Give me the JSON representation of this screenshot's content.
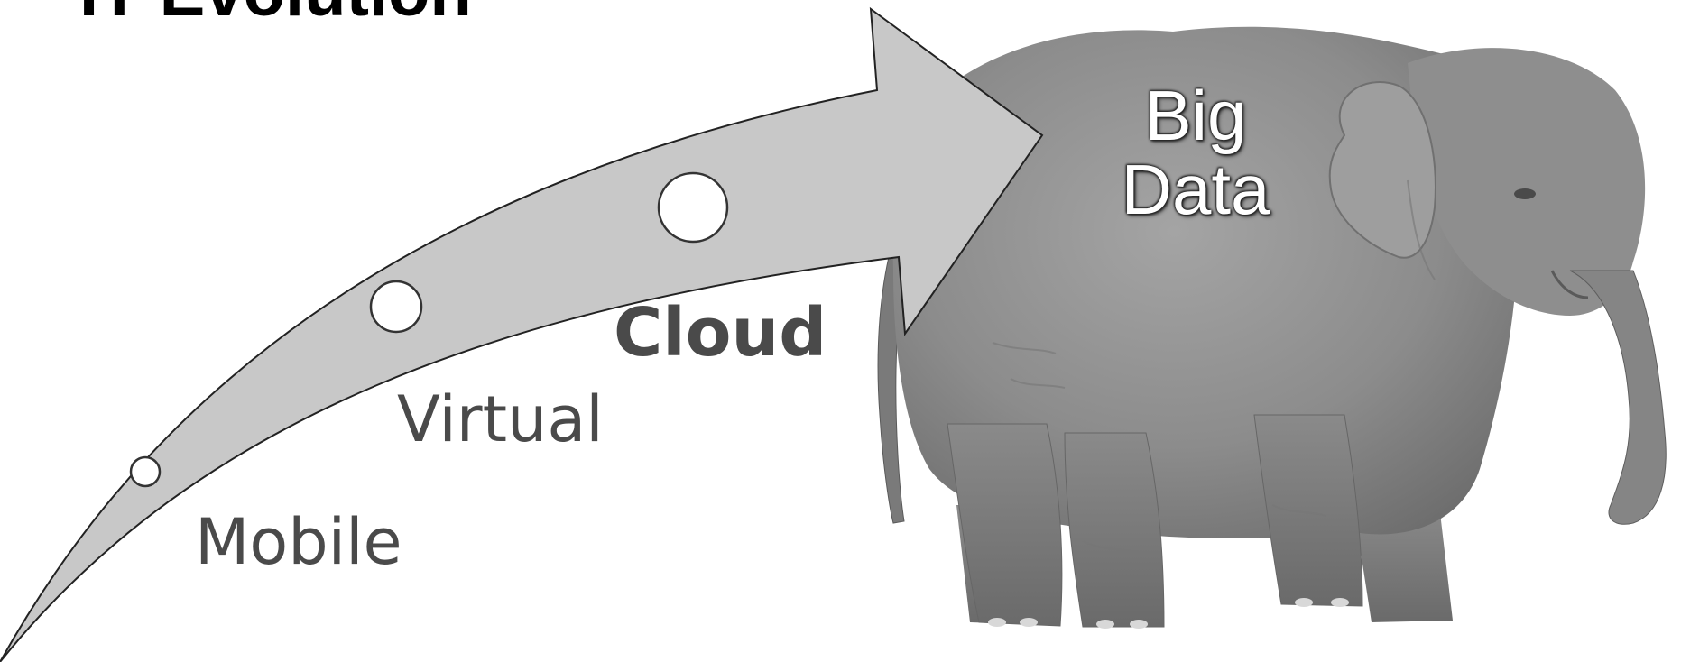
{
  "title": "IT Evolution",
  "stages": [
    {
      "label": "Mobile",
      "emphasis": "normal"
    },
    {
      "label": "Virtual",
      "emphasis": "normal"
    },
    {
      "label": "Cloud",
      "emphasis": "bold"
    }
  ],
  "big_data_label": {
    "line1": "Big",
    "line2": "Data"
  },
  "colors": {
    "arrow_fill": "#c8c8c8",
    "arrow_stroke": "#222222",
    "stage_text": "#4a4a4a",
    "elephant_body": "#8a8a8a"
  },
  "icons": {
    "elephant": "elephant-illustration",
    "growth_arrow": "curved-growth-arrow"
  }
}
